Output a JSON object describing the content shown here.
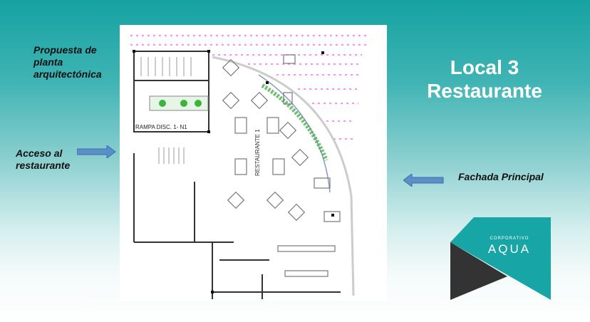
{
  "slide": {
    "title_line1": "Local 3",
    "title_line2": "Restaurante",
    "label_proposal": "Propuesta de planta arquitectónica",
    "label_access": "Acceso al restaurante",
    "label_facade": "Fachada Principal"
  },
  "plan": {
    "ramp_label": "RAMPA DISC. 1- N1",
    "room_label": "RESTAURANTE 1"
  },
  "logo": {
    "top_text": "CORPORATIVO",
    "main_text": "AQUA"
  },
  "colors": {
    "teal": "#18a5a5",
    "arrow": "#5b8fc9",
    "dark": "#333333",
    "magenta": "#ff55ff"
  }
}
